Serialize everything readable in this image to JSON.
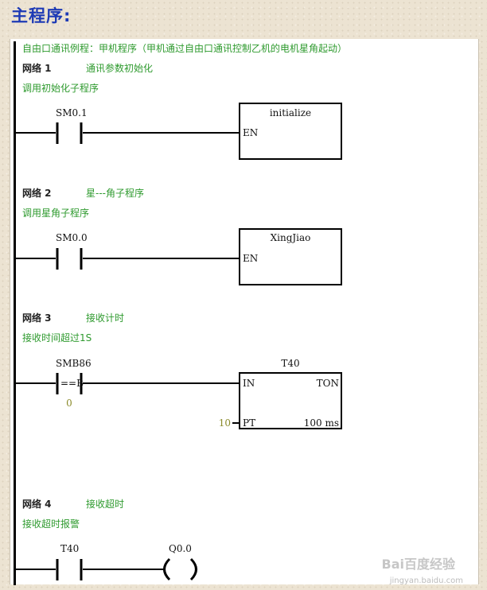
{
  "heading": "主程序:",
  "program_comment": "自由口通讯例程：甲机程序（甲机通过自由口通讯控制乙机的电机星角起动）",
  "networks": [
    {
      "label": "网络 1",
      "title": "通讯参数初始化",
      "comment": "调用初始化子程序",
      "contact": "SM0.1",
      "box_name": "initialize",
      "box_input": "EN"
    },
    {
      "label": "网络 2",
      "title": "星---角子程序",
      "comment": "调用星角子程序",
      "contact": "SM0.0",
      "box_name": "XingJiao",
      "box_input": "EN"
    },
    {
      "label": "网络 3",
      "title": "接收计时",
      "comment": "接收时间超过1S",
      "contact": "SMB86",
      "contact_op": "==B",
      "contact_value": "0",
      "timer": "T40",
      "box_in": "IN",
      "box_type": "TON",
      "pt_value": "10",
      "box_pt": "PT",
      "box_base": "100 ms"
    },
    {
      "label": "网络 4",
      "title": "接收超时",
      "comment": "接收超时报警",
      "contact": "T40",
      "coil": "Q0.0"
    }
  ],
  "watermark": "Bai百度经验",
  "watermark_url": "jingyan.baidu.com"
}
